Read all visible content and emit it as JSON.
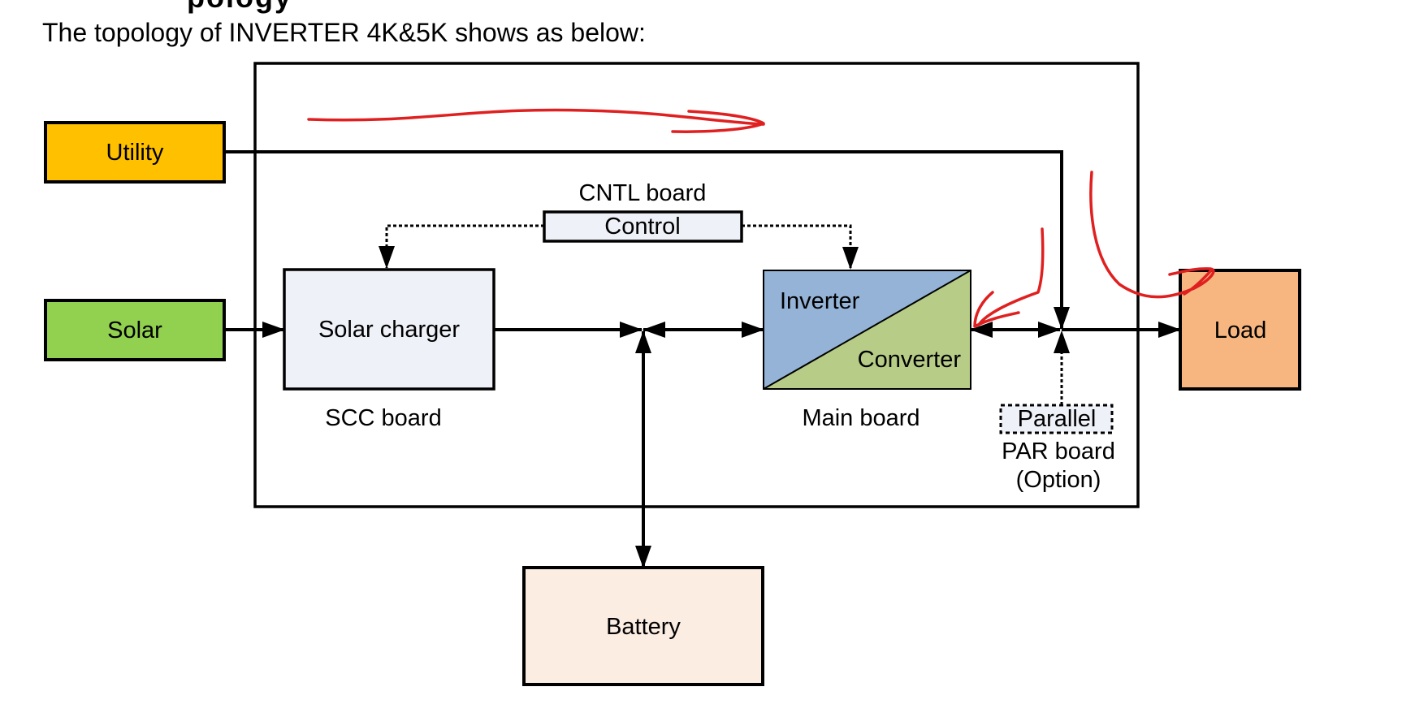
{
  "heading_partial": "pology",
  "intro_text": "The topology of INVERTER 4K&5K shows as below:",
  "diagram": {
    "nodes": {
      "utility": {
        "label": "Utility",
        "color": "#FFC000"
      },
      "solar": {
        "label": "Solar",
        "color": "#92D050"
      },
      "solar_charger": {
        "label": "Solar charger",
        "caption": "SCC board",
        "color": "#EEF1F7"
      },
      "control": {
        "label": "Control",
        "caption": "CNTL board",
        "color": "#EEF1F7"
      },
      "main": {
        "label_top": "Inverter",
        "label_bottom": "Converter",
        "caption": "Main board",
        "color_top": "#95B3D7",
        "color_bottom": "#B7CC87"
      },
      "parallel": {
        "label": "Parallel",
        "caption_line1": "PAR board",
        "caption_line2": "(Option)",
        "color": "#EEF1F7"
      },
      "load": {
        "label": "Load",
        "color": "#F7B67F"
      },
      "battery": {
        "label": "Battery",
        "color": "#FCEDE3"
      }
    },
    "annotation_color": "#E02020"
  }
}
